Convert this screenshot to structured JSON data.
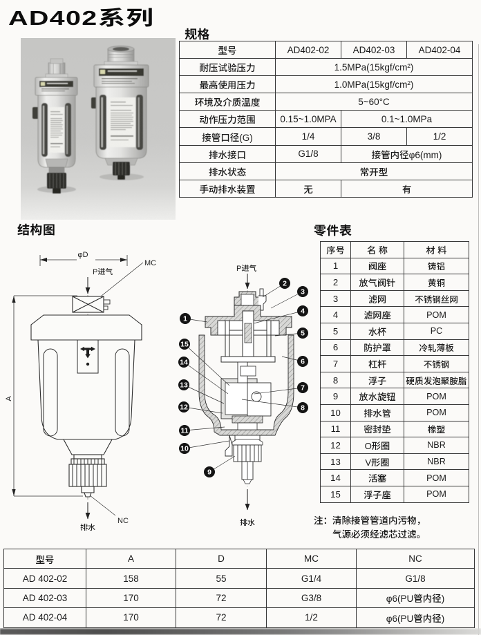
{
  "page": {
    "title": "AD402系列"
  },
  "sections": {
    "spec": "规格",
    "structure": "结构图",
    "parts": "零件表"
  },
  "spec_table": {
    "columns": [
      "型号",
      "AD402-02",
      "AD402-03",
      "AD402-04"
    ],
    "rows": [
      {
        "label": "耐压试验压力",
        "cells": [
          {
            "text": "1.5MPa(15kgf/cm²)",
            "span": 3
          }
        ]
      },
      {
        "label": "最高使用压力",
        "cells": [
          {
            "text": "1.0MPa(15kgf/cm²)",
            "span": 3
          }
        ]
      },
      {
        "label": "环境及介质温度",
        "cells": [
          {
            "text": "5~60°C",
            "span": 3
          }
        ]
      },
      {
        "label": "动作压力范围",
        "cells": [
          {
            "text": "0.15~1.0MPA",
            "span": 1
          },
          {
            "text": "0.1~1.0MPa",
            "span": 2
          }
        ]
      },
      {
        "label": "接管口径(G)",
        "cells": [
          {
            "text": "1/4",
            "span": 1
          },
          {
            "text": "3/8",
            "span": 1
          },
          {
            "text": "1/2",
            "span": 1
          }
        ]
      },
      {
        "label": "排水接口",
        "cells": [
          {
            "text": "G1/8",
            "span": 1
          },
          {
            "text": "接管内径φ6(mm)",
            "span": 2
          }
        ]
      },
      {
        "label": "排水状态",
        "cells": [
          {
            "text": "常开型",
            "span": 3
          }
        ]
      },
      {
        "label": "手动排水装置",
        "cells": [
          {
            "text": "无",
            "span": 1
          },
          {
            "text": "有",
            "span": 2
          }
        ]
      }
    ]
  },
  "structure": {
    "left": {
      "dim_diameter": "φD",
      "mc_label": "MC",
      "inlet_label": "P进气",
      "dim_height": "A",
      "nc_label": "NC",
      "drain_label": "排水"
    },
    "section": {
      "inlet_label": "P进气",
      "drain_label": "排水",
      "balloons": [
        "1",
        "2",
        "3",
        "4",
        "5",
        "6",
        "7",
        "8",
        "9",
        "10",
        "11",
        "12",
        "13",
        "14",
        "15"
      ]
    }
  },
  "parts_table": {
    "headers": [
      "序号",
      "名 称",
      "材 料"
    ],
    "rows": [
      [
        "1",
        "阀座",
        "铸铝"
      ],
      [
        "2",
        "放气阀针",
        "黄铜"
      ],
      [
        "3",
        "滤网",
        "不锈钢丝网"
      ],
      [
        "4",
        "滤网座",
        "POM"
      ],
      [
        "5",
        "水杯",
        "PC"
      ],
      [
        "6",
        "防护罩",
        "冷轧薄板"
      ],
      [
        "7",
        "杠杆",
        "不锈钢"
      ],
      [
        "8",
        "浮子",
        "硬质发泡聚胺脂"
      ],
      [
        "9",
        "放水旋钮",
        "POM"
      ],
      [
        "10",
        "排水管",
        "POM"
      ],
      [
        "11",
        "密封垫",
        "橡塑"
      ],
      [
        "12",
        "O形圈",
        "NBR"
      ],
      [
        "13",
        "V形圈",
        "NBR"
      ],
      [
        "14",
        "活塞",
        "POM"
      ],
      [
        "15",
        "浮子座",
        "POM"
      ]
    ]
  },
  "parts_note": {
    "line1": "注：清除接管管道内污物，",
    "line2": "气源必须经滤芯过滤。"
  },
  "dim_table": {
    "headers": [
      "型号",
      "A",
      "D",
      "MC",
      "NC"
    ],
    "rows": [
      [
        "AD 402-02",
        "158",
        "55",
        "G1/4",
        "G1/8"
      ],
      [
        "AD 402-03",
        "170",
        "72",
        "G3/8",
        "φ6(PU管内径)"
      ],
      [
        "AD 402-04",
        "170",
        "72",
        "1/2",
        "φ6(PU管内径)"
      ]
    ]
  }
}
